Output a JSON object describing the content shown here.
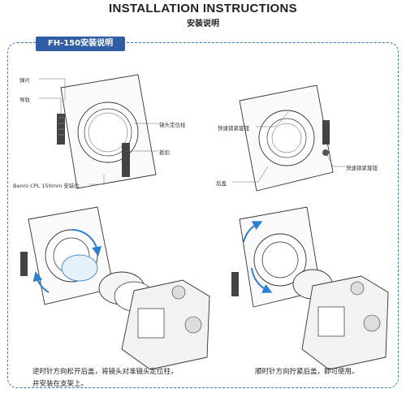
{
  "header": {
    "title": "INSTALLATION INSTRUCTIONS",
    "subtitle": "安装说明"
  },
  "section_tag": "FH-150安装说明",
  "diagram1": {
    "labels": {
      "spring": "弹片",
      "rail": "导轨",
      "lens_pin": "镜头定位柱",
      "wrench": "扳扣",
      "cpl_slot": "Benro CPL 150mm 安装位"
    }
  },
  "diagram2": {
    "labels": {
      "quick_knob_top": "快速锁紧旋钮",
      "rear_cap": "后盖",
      "quick_knob_bottom": "快速锁紧旋钮"
    }
  },
  "captions": {
    "left_line1": "逆时针方向松开后盖，将镜头对准镜头定位柱，",
    "left_line2": "并安装在支架上。",
    "right": "顺时针方向拧紧后盖，即可使用。"
  },
  "colors": {
    "accent": "#2f5ea6",
    "frame": "#3b7cc0",
    "arrow": "#2a7fd0"
  }
}
